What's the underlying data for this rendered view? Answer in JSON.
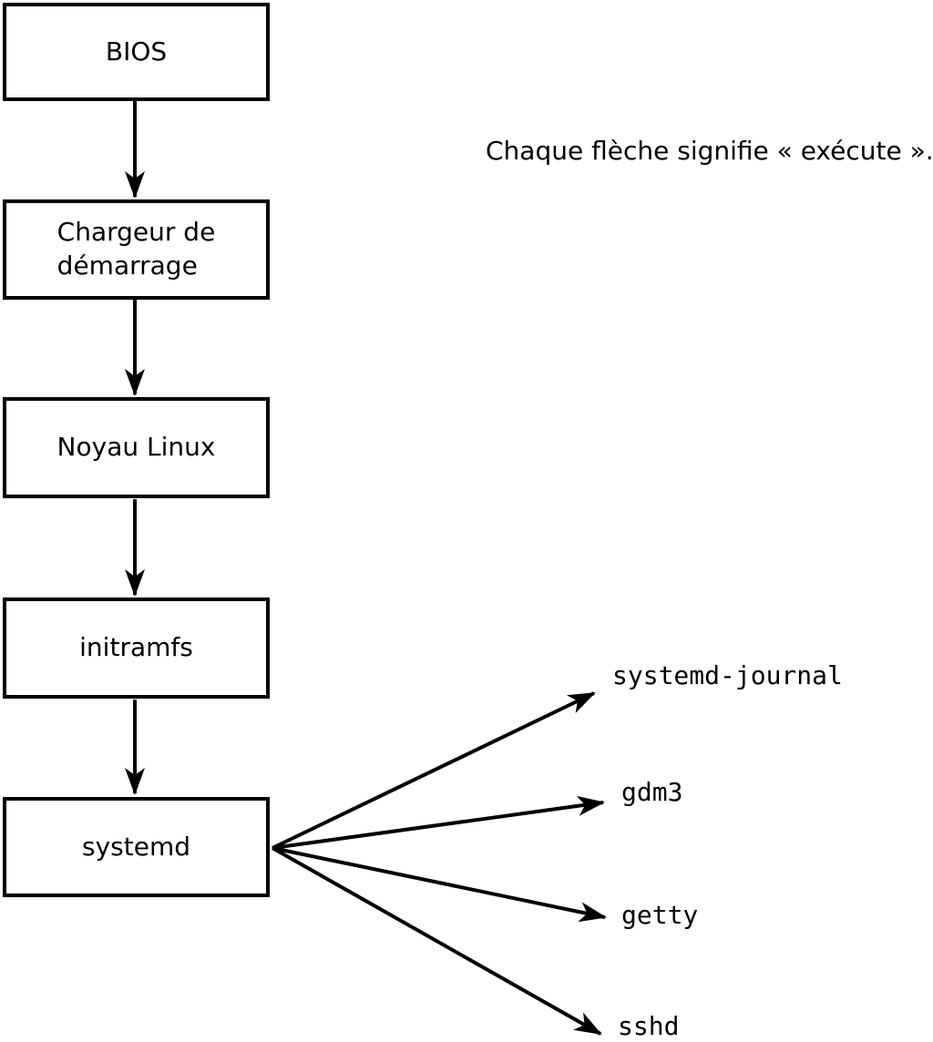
{
  "figure": {
    "note": "Chaque flèche signifie « exécute ».",
    "arrow_meaning": "exécute",
    "chain": [
      {
        "label": "BIOS"
      },
      {
        "label": "Chargeur de\ndémarrage"
      },
      {
        "label": "Noyau Linux"
      },
      {
        "label": "initramfs"
      },
      {
        "label": "systemd"
      }
    ],
    "spawned": [
      {
        "label": "systemd-journal"
      },
      {
        "label": "gdm3"
      },
      {
        "label": "getty"
      },
      {
        "label": "sshd"
      }
    ],
    "colors": {
      "stroke": "#000000",
      "box_fill": "#ffffff",
      "background": "#ffffff"
    }
  }
}
